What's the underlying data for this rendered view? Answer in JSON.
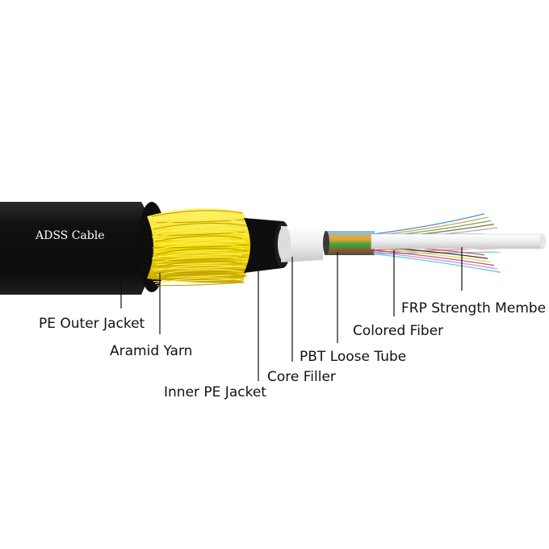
{
  "cable_label": "ADSS Cable",
  "labels": [
    {
      "id": "pe-outer-jacket",
      "text": "PE Outer Jacket"
    },
    {
      "id": "aramid-yarn",
      "text": "Aramid Yarn"
    },
    {
      "id": "inner-pe-jacket",
      "text": "Inner PE Jacket"
    },
    {
      "id": "core-filler",
      "text": "Core Filler"
    },
    {
      "id": "pbt-loose-tube",
      "text": "PBT Loose Tube"
    },
    {
      "id": "colored-fiber",
      "text": "Colored Fiber"
    },
    {
      "id": "frp-strength-member",
      "text": "FRP Strength Membe"
    }
  ],
  "colors": {
    "outer_jacket": "#151515",
    "aramid": "#f2e000",
    "inner_jacket": "#0d0d0d",
    "core_filler": "#f4f4f4",
    "frp": "#f7f7f7",
    "fibers": [
      "#2a7fd6",
      "#f08a24",
      "#2fa84f",
      "#8b5a2b",
      "#9aa0a6",
      "#ffffff",
      "#e0352b",
      "#111111",
      "#f2d000",
      "#8e44ad",
      "#ff6fae",
      "#3ec8d6"
    ]
  }
}
